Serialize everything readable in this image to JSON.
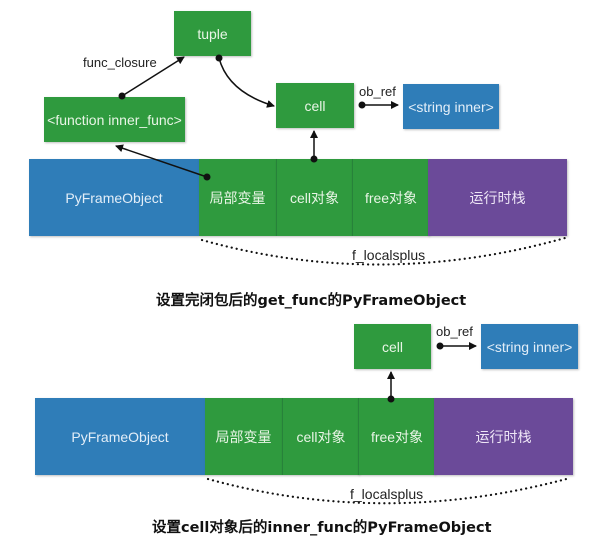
{
  "diagram1": {
    "tuple_box": "tuple",
    "func_closure_label": "func_closure",
    "function_box": "<function inner_func>",
    "cell_box": "cell",
    "ob_ref_label": "ob_ref",
    "string_box": "<string inner>",
    "frame": {
      "pyframe": "PyFrameObject",
      "locals": "局部变量",
      "cell_objects": "cell对象",
      "free_objects": "free对象",
      "runtime_stack": "运行时栈"
    },
    "f_localsplus_label": "f_localsplus",
    "caption": "设置完闭包后的get_func的PyFrameObject"
  },
  "diagram2": {
    "cell_box": "cell",
    "ob_ref_label": "ob_ref",
    "string_box": "<string inner>",
    "frame": {
      "pyframe": "PyFrameObject",
      "locals": "局部变量",
      "cell_objects": "cell对象",
      "free_objects": "free对象",
      "runtime_stack": "运行时栈"
    },
    "f_localsplus_label": "f_localsplus",
    "caption": "设置cell对象后的inner_func的PyFrameObject"
  },
  "colors": {
    "green": "#2f9a3e",
    "blue": "#2f7db8",
    "purple": "#6b4a99"
  }
}
